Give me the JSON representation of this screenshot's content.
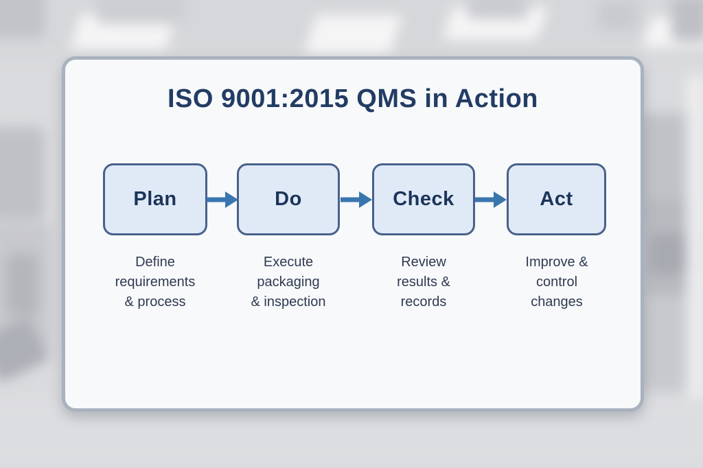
{
  "title": "ISO 9001:2015 QMS in Action",
  "diagram": {
    "type": "process-flow",
    "connector": "arrow-right",
    "steps": [
      {
        "label": "Plan",
        "description": "Define requirements & process",
        "description_lines": [
          "Define",
          "requirements",
          "& process"
        ]
      },
      {
        "label": "Do",
        "description": "Execute packaging & inspection",
        "description_lines": [
          "Execute",
          "packaging",
          "& inspection"
        ]
      },
      {
        "label": "Check",
        "description": "Review results & records",
        "description_lines": [
          "Review",
          "results &",
          "records"
        ]
      },
      {
        "label": "Act",
        "description": "Improve & control changes",
        "description_lines": [
          "Improve &",
          "control",
          "changes"
        ]
      }
    ]
  },
  "colors": {
    "title-text": "#223c64",
    "box-fill": "#e0eaf7",
    "box-border": "#47618a",
    "box-text": "#1d3459",
    "desc-text": "#2e3a52",
    "arrow": "#3a76ae",
    "card-bg": "#f8f9fa",
    "card-border": "#a9b2bf",
    "page-bg": "#dadbde"
  }
}
